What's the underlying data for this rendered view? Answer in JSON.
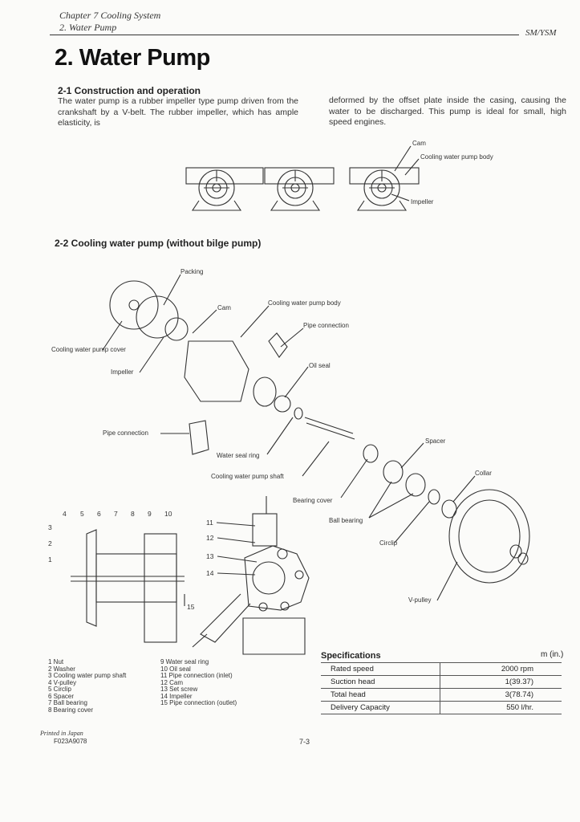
{
  "header": {
    "chapter": "Chapter 7 Cooling System",
    "section": "2. Water Pump",
    "model": "SM/YSM"
  },
  "title": "2. Water Pump",
  "section1": {
    "heading": "2-1 Construction and operation",
    "para_left": "The water pump is a rubber impeller type pump driven from the crankshaft by a V-belt. The rubber impeller, which has ample elasticity, is",
    "para_right": "deformed by the offset plate inside the casing, causing the water to be discharged. This pump is ideal for small, high speed engines.",
    "labels": {
      "cam": "Cam",
      "body": "Cooling water pump body",
      "impeller": "Impeller"
    }
  },
  "section2": {
    "heading": "2-2 Cooling water pump (without bilge pump)",
    "labels": {
      "packing": "Packing",
      "cam": "Cam",
      "body": "Cooling water pump body",
      "pipe_connection_1": "Pipe connection",
      "cover": "Cooling water pump cover",
      "oil_seal": "Oil seal",
      "impeller": "Impeller",
      "pipe_connection_2": "Pipe connection",
      "water_seal_ring": "Water seal ring",
      "spacer": "Spacer",
      "shaft": "Cooling water pump shaft",
      "collar": "Collar",
      "bearing_cover": "Bearing cover",
      "ball_bearing": "Ball bearing",
      "circlip": "Circlip",
      "v_pulley": "V-pulley"
    }
  },
  "callouts": {
    "top": [
      "4",
      "5",
      "6",
      "7",
      "8",
      "9",
      "10"
    ],
    "left": [
      "3",
      "2",
      "1"
    ],
    "right": [
      "11",
      "12",
      "13",
      "14"
    ],
    "bottom": "15"
  },
  "legend_left": [
    "1 Nut",
    "2 Washer",
    "3 Cooling water pump shaft",
    "4 V-pulley",
    "5 Circlip",
    "6 Spacer",
    "7 Ball bearing",
    "8 Bearing cover"
  ],
  "legend_right": [
    "9 Water seal ring",
    "10 Oil seal",
    "11 Pipe connection (inlet)",
    "12 Cam",
    "13 Set screw",
    "14 Impeller",
    "15 Pipe connection (outlet)"
  ],
  "specifications": {
    "title": "Specifications",
    "unit": "m (in.)",
    "rows": [
      {
        "label": "Rated speed",
        "value": "2000 rpm"
      },
      {
        "label": "Suction head",
        "value": "1(39.37)"
      },
      {
        "label": "Total head",
        "value": "3(78.74)"
      },
      {
        "label": "Delivery Capacity",
        "value": "550 l/hr."
      }
    ]
  },
  "footer": {
    "printed": "Printed in Japan",
    "code": "F023A9078",
    "page": "7-3"
  }
}
